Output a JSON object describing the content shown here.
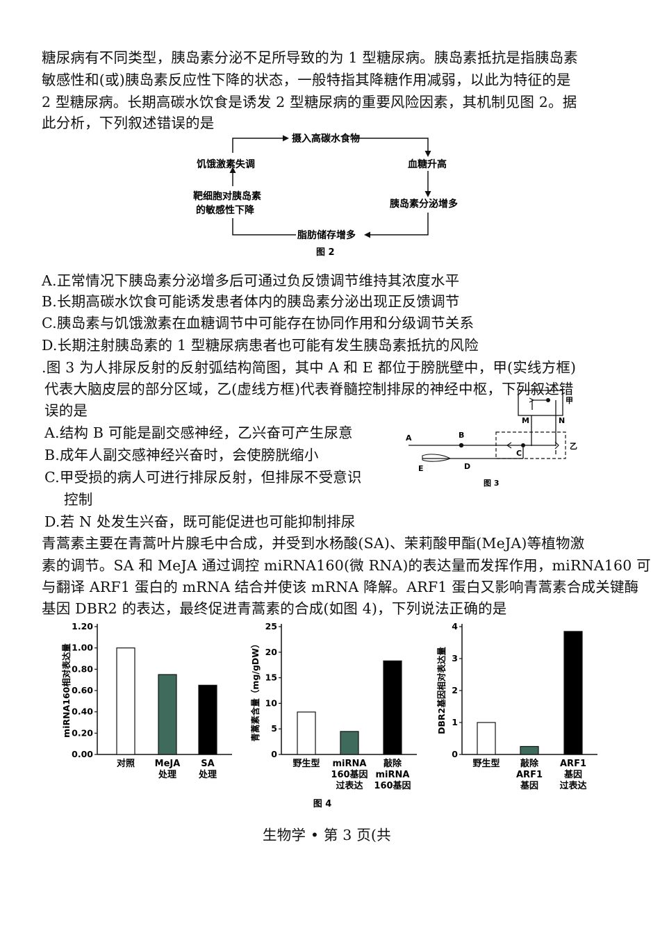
{
  "q1": {
    "lines": [
      "糖尿病有不同类型，胰岛素分泌不足所导致的为 1 型糖尿病。胰岛素抵抗是指胰岛素",
      "敏感性和(或)胰岛素反应性下降的状态，一般特指其降糖作用减弱，以此为特征的是",
      "2 型糖尿病。长期高碳水饮食是诱发 2 型糖尿病的重要风险因素，其机制见图 2。据",
      "此分析，下列叙述错误的是"
    ],
    "diagram": {
      "top": "摄入高碳水食物",
      "right1": "血糖升高",
      "right2": "胰岛素分泌增多",
      "bottom": "脂肪储存增多",
      "left2a": "靶细胞对胰岛素",
      "left2b": "的敏感性下降",
      "left1": "饥饿激素失调",
      "caption": "图 2"
    },
    "options": [
      "A.正常情况下胰岛素分泌增多后可通过负反馈调节维持其浓度水平",
      "B.长期高碳水饮食可能诱发患者体内的胰岛素分泌出现正反馈调节",
      "C.胰岛素与饥饿激素在血糖调节中可能存在协同作用和分级调节关系",
      "D.长期注射胰岛素的 1 型糖尿病患者也可能有发生胰岛素抵抗的风险"
    ]
  },
  "q2": {
    "lines": [
      ".图 3 为人排尿反射的反射弧结构简图，其中 A 和 E 都位于膀胱壁中，甲(实线方框)",
      "代表大脑皮层的部分区域，乙(虚线方框)代表脊髓控制排尿的神经中枢，下列叙述错",
      "误的是"
    ],
    "options": [
      "A.结构 B 可能是副交感神经，乙兴奋可产生尿意",
      "B.成年人副交感神经兴奋时，会使膀胱缩小",
      "C.甲受损的病人可进行排尿反射，但排尿不受意识",
      "控制",
      "D.若 N 处发生兴奋，既可能促进也可能抑制排尿"
    ],
    "figure": {
      "labels": {
        "jia": "甲",
        "yi": "乙",
        "A": "A",
        "B": "B",
        "C": "C",
        "D": "D",
        "E": "E",
        "M": "M",
        "N": "N"
      },
      "caption": "图 3"
    }
  },
  "q3": {
    "lines": [
      "青蒿素主要在青蒿叶片腺毛中合成，并受到水杨酸(SA)、茉莉酸甲酯(MeJA)等植物激",
      "素的调节。SA 和 MeJA 通过调控 miRNA160(微 RNA)的表达量而发挥作用，miRNA160 可",
      "与翻译 ARF1 蛋白的 mRNA 结合并使该 mRNA 降解。ARF1 蛋白又影响青蒿素合成关键酶",
      "基因 DBR2 的表达，最终促进青蒿素的合成(如图 4)，下列说法正确的是"
    ],
    "caption": "图 4"
  },
  "chart_data": [
    {
      "type": "bar",
      "ylabel": "miRNA160相对表达量",
      "ylim": [
        0,
        1.2
      ],
      "yticks": [
        "0.00",
        "0.20",
        "0.40",
        "0.60",
        "0.80",
        "1.00",
        "1.20"
      ],
      "categories": [
        [
          "对照"
        ],
        [
          "MeJA",
          "处理"
        ],
        [
          "SA",
          "处理"
        ]
      ],
      "values": [
        1.0,
        0.75,
        0.65
      ],
      "fills": [
        "#ffffff",
        "#3e6b5c",
        "#000000"
      ]
    },
    {
      "type": "bar",
      "ylabel": "青蒿素含量（mg/gDW）",
      "ylim": [
        0,
        25
      ],
      "yticks": [
        "0",
        "5",
        "10",
        "15",
        "20",
        "25"
      ],
      "categories": [
        [
          "野生型"
        ],
        [
          "miRNA",
          "160基因",
          "过表达"
        ],
        [
          "敲除",
          "miRNA",
          "160基因"
        ]
      ],
      "values": [
        8.3,
        4.5,
        18.3
      ],
      "fills": [
        "#ffffff",
        "#3e6b5c",
        "#000000"
      ]
    },
    {
      "type": "bar",
      "ylabel": "DBR2基因相对表达量",
      "ylim": [
        0,
        4
      ],
      "yticks": [
        "0",
        "1",
        "2",
        "3",
        "4"
      ],
      "categories": [
        [
          "野生型"
        ],
        [
          "敲除",
          "ARF1",
          "基因"
        ],
        [
          "ARF1",
          "基因",
          "过表达"
        ]
      ],
      "values": [
        1.0,
        0.25,
        3.85
      ],
      "fills": [
        "#ffffff",
        "#3e6b5c",
        "#000000"
      ]
    }
  ],
  "footer": "生物学 • 第 3 页(共"
}
